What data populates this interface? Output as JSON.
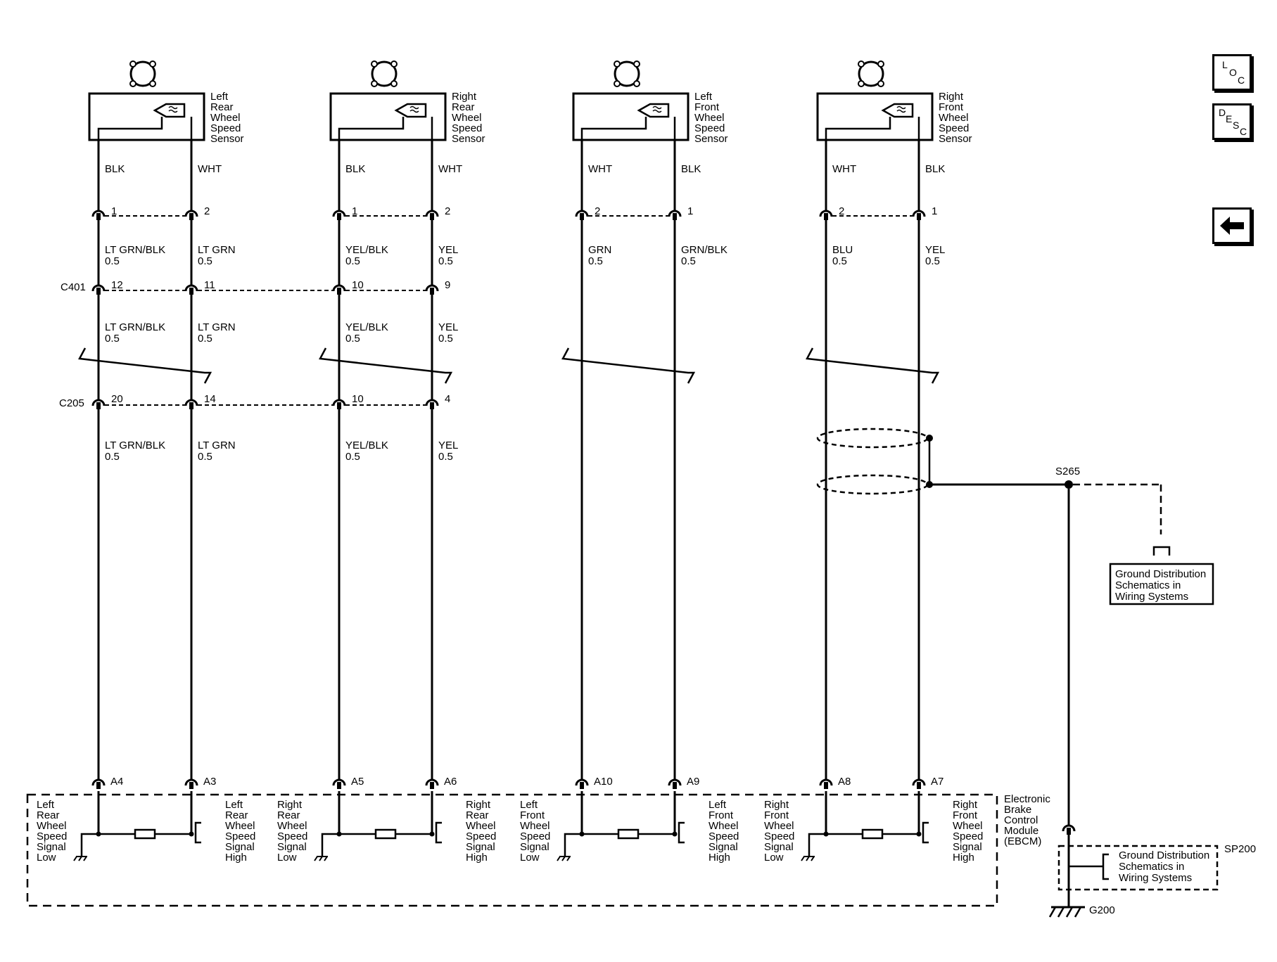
{
  "nav": {
    "loc": [
      "L",
      "O",
      "C"
    ],
    "desc": [
      "D",
      "E",
      "S",
      "C"
    ],
    "back_icon": "left-arrow-icon"
  },
  "sensors": [
    {
      "id": "lr",
      "name": [
        "Left",
        "Rear",
        "Wheel",
        "Speed",
        "Sensor"
      ],
      "colors": [
        "BLK",
        "WHT"
      ],
      "pins": [
        "1",
        "2"
      ]
    },
    {
      "id": "rr",
      "name": [
        "Right",
        "Rear",
        "Wheel",
        "Speed",
        "Sensor"
      ],
      "colors": [
        "BLK",
        "WHT"
      ],
      "pins": [
        "1",
        "2"
      ]
    },
    {
      "id": "lf",
      "name": [
        "Left",
        "Front",
        "Wheel",
        "Speed",
        "Sensor"
      ],
      "colors": [
        "WHT",
        "BLK"
      ],
      "pins": [
        "2",
        "1"
      ]
    },
    {
      "id": "rf",
      "name": [
        "Right",
        "Front",
        "Wheel",
        "Speed",
        "Sensor"
      ],
      "colors": [
        "WHT",
        "BLK"
      ],
      "pins": [
        "2",
        "1"
      ]
    }
  ],
  "wires_upper": [
    [
      "LT GRN/BLK",
      "0.5"
    ],
    [
      "LT GRN",
      "0.5"
    ],
    [
      "YEL/BLK",
      "0.5"
    ],
    [
      "YEL",
      "0.5"
    ],
    [
      "GRN",
      "0.5"
    ],
    [
      "GRN/BLK",
      "0.5"
    ],
    [
      "BLU",
      "0.5"
    ],
    [
      "YEL",
      "0.5"
    ]
  ],
  "c401": {
    "label": "C401",
    "pins": [
      "12",
      "11",
      "10",
      "9"
    ]
  },
  "wires_mid": [
    [
      "LT GRN/BLK",
      "0.5"
    ],
    [
      "LT GRN",
      "0.5"
    ],
    [
      "YEL/BLK",
      "0.5"
    ],
    [
      "YEL",
      "0.5"
    ]
  ],
  "c205": {
    "label": "C205",
    "pins": [
      "20",
      "14",
      "10",
      "4"
    ]
  },
  "wires_lower": [
    [
      "LT GRN/BLK",
      "0.5"
    ],
    [
      "LT GRN",
      "0.5"
    ],
    [
      "YEL/BLK",
      "0.5"
    ],
    [
      "YEL",
      "0.5"
    ]
  ],
  "ebcm_pins": [
    "A4",
    "A3",
    "A5",
    "A6",
    "A10",
    "A9",
    "A8",
    "A7"
  ],
  "ebcm": {
    "name": [
      "Electronic",
      "Brake",
      "Control",
      "Module",
      "(EBCM)"
    ],
    "signals_low": [
      [
        "Left",
        "Rear",
        "Wheel",
        "Speed",
        "Signal",
        "Low"
      ],
      [
        "Right",
        "Rear",
        "Wheel",
        "Speed",
        "Signal",
        "Low"
      ],
      [
        "Left",
        "Front",
        "Wheel",
        "Speed",
        "Signal",
        "Low"
      ],
      [
        "Right",
        "Front",
        "Wheel",
        "Speed",
        "Signal",
        "Low"
      ]
    ],
    "signals_high": [
      [
        "Left",
        "Rear",
        "Wheel",
        "Speed",
        "Signal",
        "High"
      ],
      [
        "Right",
        "Rear",
        "Wheel",
        "Speed",
        "Signal",
        "High"
      ],
      [
        "Left",
        "Front",
        "Wheel",
        "Speed",
        "Signal",
        "High"
      ],
      [
        "Right",
        "Front",
        "Wheel",
        "Speed",
        "Signal",
        "High"
      ]
    ]
  },
  "splice": "S265",
  "ground_ref_1": [
    "Ground Distribution",
    "Schematics in",
    "Wiring Systems"
  ],
  "sp200": {
    "label": "SP200",
    "text": [
      "Ground Distribution",
      "Schematics in",
      "Wiring Systems"
    ]
  },
  "ground": "G200"
}
